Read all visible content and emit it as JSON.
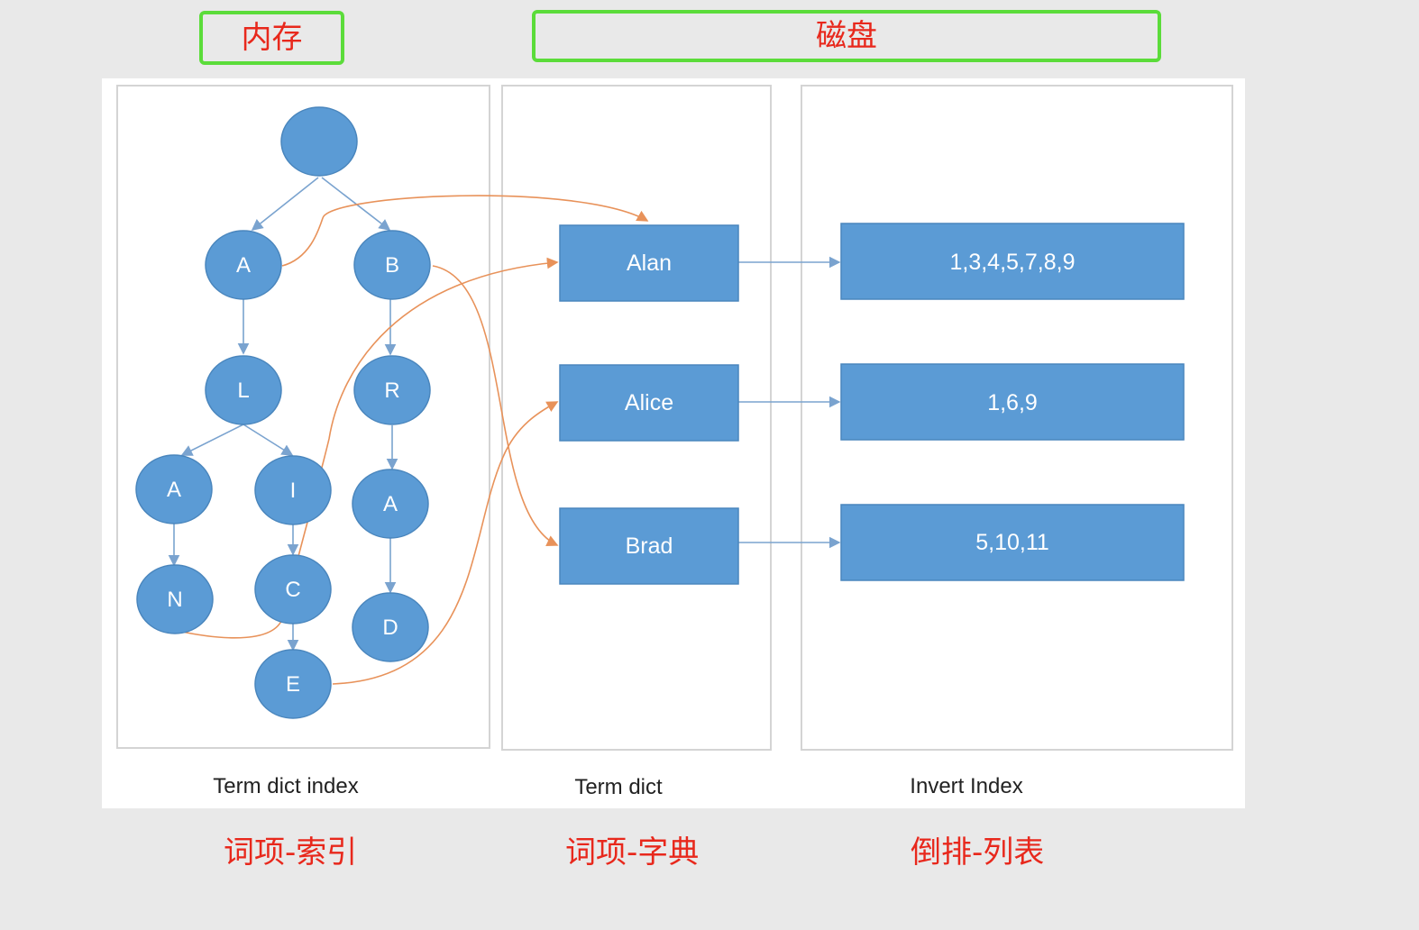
{
  "header": {
    "memory_label": "内存",
    "disk_label": "磁盘"
  },
  "panels": {
    "term_dict_index": {
      "caption": "Term dict index",
      "caption_zh": "词项-索引"
    },
    "term_dict": {
      "caption": "Term dict",
      "caption_zh": "词项-字典"
    },
    "invert_index": {
      "caption": "Invert Index",
      "caption_zh": "倒排-列表"
    }
  },
  "trie": {
    "root": "",
    "nodes": [
      "A",
      "B",
      "L",
      "R",
      "A",
      "I",
      "A",
      "N",
      "C",
      "D",
      "E"
    ]
  },
  "terms": [
    "Alan",
    "Alice",
    "Brad"
  ],
  "postings": [
    "1,3,4,5,7,8,9",
    "1,6,9",
    "5,10,11"
  ],
  "colors": {
    "node_fill": "#5b9bd5",
    "box_fill": "#5b9bd5",
    "tree_edge": "#7aa3cf",
    "link_curve": "#e8925a",
    "highlight_text": "#e8281c",
    "tag_border": "#5bdc3a"
  }
}
